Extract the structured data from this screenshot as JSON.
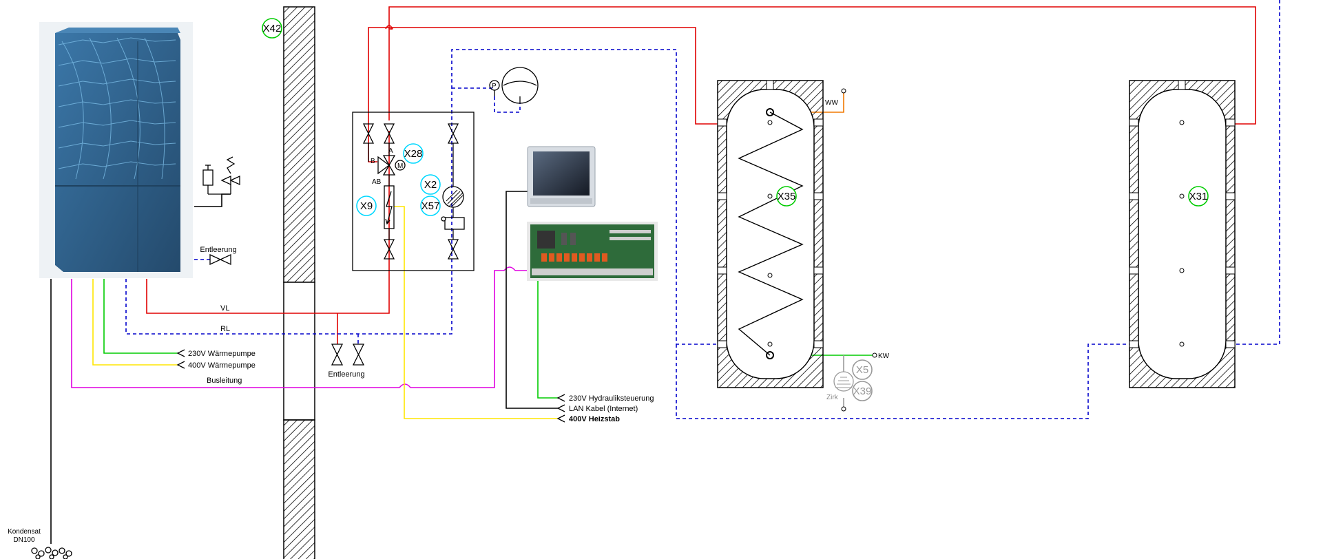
{
  "labels": {
    "vl": "VL",
    "rl": "RL",
    "entleerung_top": "Entleerung",
    "entleerung_bottom": "Entleerung",
    "kondensat_line1": "Kondensat",
    "kondensat_line2": "DN100",
    "power_230_wp": "230V Wärmepumpe",
    "power_400_wp": "400V Wärmepumpe",
    "busleitung": "Busleitung",
    "power_230_hydraulik": "230V Hydrauliksteuerung",
    "lan": "LAN Kabel (Internet)",
    "power_400_heizstab": "400V Heizstab",
    "valve_a": "A",
    "valve_b": "B",
    "valve_ab": "AB",
    "motor": "M",
    "pressure": "P",
    "ww": "WW",
    "kw": "KW",
    "zirk": "Zirk"
  },
  "badges": {
    "x42": "X42",
    "x28": "X28",
    "x2": "X2",
    "x57": "X57",
    "x9": "X9",
    "x35": "X35",
    "x31": "X31",
    "x5": "X5",
    "x39": "X39"
  },
  "colors": {
    "flow": "#e00000",
    "return": "#0000cc",
    "green": "#00cc00",
    "yellow": "#ffe600",
    "magenta": "#e000e0",
    "orange": "#f07800",
    "cyan": "#00d8ff",
    "badge_green": "#00cc00",
    "heat_pump_body": "#2f5f86"
  },
  "icons": {
    "heat_pump": "heat-pump-unit",
    "display": "touch-display",
    "controller": "control-board"
  }
}
